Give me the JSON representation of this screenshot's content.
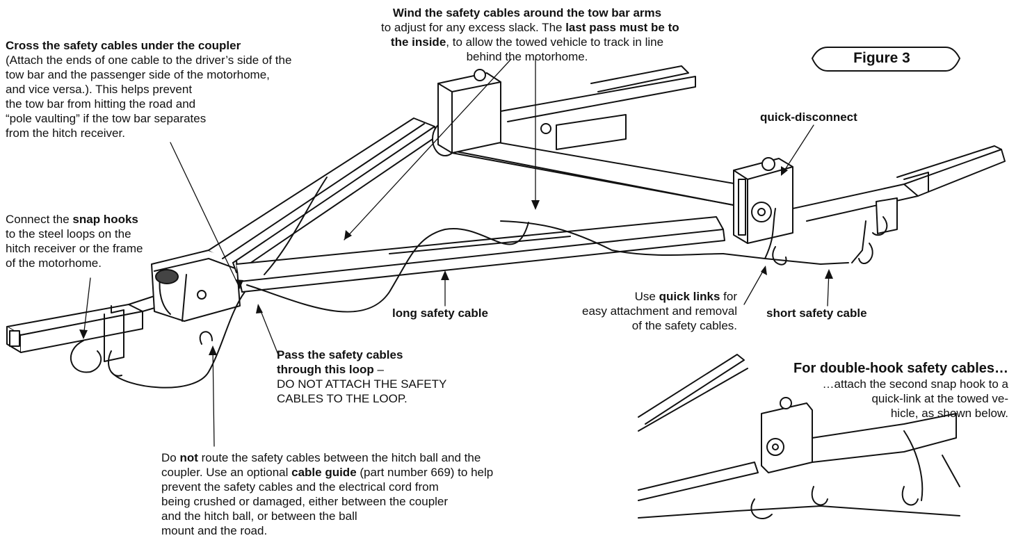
{
  "figure_label": "Figure 3",
  "callouts": {
    "cross_cables": {
      "heading": "Cross the safety cables under the coupler",
      "lines": [
        "(Attach the ends of one cable to the driver’s side of the",
        "tow bar and the passenger side of the motorhome,",
        "and vice versa.). This helps prevent",
        "the tow bar from hitting the road and",
        "“pole vaulting” if the tow bar separates",
        "from the hitch receiver."
      ]
    },
    "wind_cables": {
      "heading": "Wind the safety cables around the tow bar arms",
      "line1_pre": "to adjust for any excess slack. The ",
      "line1_bold": "last pass must be to",
      "line2_bold": "the inside",
      "line2_post": ", to allow the towed vehicle to track in line",
      "line3": "behind the motorhome."
    },
    "quick_disconnect": "quick-disconnect",
    "snap_hooks": {
      "pre": "Connect the ",
      "bold": "snap hooks",
      "lines": [
        "to the steel loops on the",
        "hitch receiver or the frame",
        "of the motorhome."
      ]
    },
    "quick_links": {
      "pre": "Use ",
      "bold": "quick links",
      "post": " for",
      "lines": [
        "easy attachment and removal",
        "of the safety cables."
      ]
    },
    "long_cable": "long safety cable",
    "short_cable": "short safety cable",
    "pass_through": {
      "heading1": "Pass the safety cables",
      "heading2": "through this loop",
      "dash": " –",
      "lines": [
        "DO NOT ATTACH THE SAFETY",
        "CABLES TO THE LOOP."
      ]
    },
    "do_not_route": {
      "pre1": "Do ",
      "bold1": "not",
      "post1": " route the safety cables between the hitch ball and the",
      "pre2": "coupler. Use an optional ",
      "bold2": "cable guide",
      "post2": " (part number 669) to help",
      "lines": [
        "prevent the safety cables and the electrical cord from",
        "being crushed or damaged, either between the coupler",
        "and the hitch ball, or between the ball",
        "mount and the road."
      ]
    },
    "double_hook": {
      "heading": "For double-hook safety cables…",
      "lines": [
        "…attach the second snap hook to a",
        "quick-link at the towed ve-",
        "hicle, as shown below."
      ]
    }
  }
}
